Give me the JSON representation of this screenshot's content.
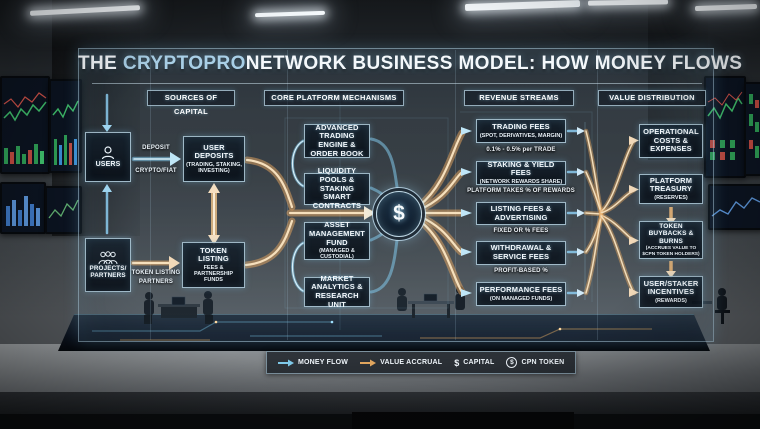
{
  "title": {
    "prefix": "THE ",
    "brand": "CRYPTOPRO",
    "suffix": "NETWORK BUSINESS MODEL: HOW MONEY FLOWS"
  },
  "headers": {
    "sources": "SOURCES OF CAPITAL",
    "mechanisms": "CORE PLATFORM MECHANISMS",
    "revenue": "REVENUE STREAMS",
    "distribution": "VALUE DISTRIBUTION"
  },
  "actors": {
    "users": {
      "label": "USERS"
    },
    "partners": {
      "line1": "PROJECTS/",
      "line2": "PARTNERS"
    }
  },
  "flow_labels": {
    "deposit": "DEPOSIT",
    "deposit_sub": "CRYPTO/FIAT",
    "listing": "TOKEN LISTING",
    "listing_sub": "PARTNERS"
  },
  "sources": {
    "boxes": [
      {
        "title": "USER DEPOSITS",
        "sub": "(TRADING, STAKING, INVESTING)"
      },
      {
        "title": "TOKEN LISTING",
        "sub": "FEES & PARTNERSHIP FUNDS"
      }
    ]
  },
  "mechanisms": {
    "boxes": [
      {
        "title": "ADVANCED TRADING ENGINE & ORDER BOOK"
      },
      {
        "title": "LIQUIDITY POOLS & STAKING SMART CONTRACTS"
      },
      {
        "title": "ASSET MANAGEMENT FUND",
        "sub": "(MANAGED & CUSTODIAL)"
      },
      {
        "title": "MARKET ANALYTICS & RESEARCH UNIT"
      }
    ]
  },
  "revenue": {
    "boxes": [
      {
        "title": "TRADING FEES",
        "sub": "(SPOT, DERIVATIVES, MARGIN)",
        "note": "0.1% - 0.5% per TRADE"
      },
      {
        "title": "STAKING & YIELD FEES",
        "sub": "(NETWORK REWARDS SHARE)",
        "note": "PLATFORM TAKES % OF REWARDS"
      },
      {
        "title": "LISTING FEES & ADVERTISING",
        "note": "FIXED OR % FEES"
      },
      {
        "title": "WITHDRAWAL & SERVICE FEES",
        "note": "PROFIT-BASED %"
      },
      {
        "title": "PERFORMANCE FEES",
        "sub": "(ON MANAGED FUNDS)"
      }
    ]
  },
  "distribution": {
    "boxes": [
      {
        "title": "OPERATIONAL COSTS & EXPENSES"
      },
      {
        "title": "PLATFORM TREASURY",
        "sub": "(RESERVES)"
      },
      {
        "title": "TOKEN BUYBACKS & BURNS",
        "sub": "(ACCRUES VALUE TO $CPN TOKEN HOLDERS)"
      },
      {
        "title": "USER/STAKER INCENTIVES",
        "sub": "(REWARDS)"
      }
    ]
  },
  "hub": {
    "symbol": "$"
  },
  "legend": {
    "dollar": "$",
    "items": [
      {
        "icon": "arrow-right-blue-icon",
        "label": "MONEY FLOW"
      },
      {
        "icon": "arrow-right-gold-icon",
        "label": "VALUE ACCRUAL"
      },
      {
        "icon": "dollar-icon",
        "label": "CAPITAL"
      },
      {
        "icon": "circled-dollar-icon",
        "label": "CPN TOKEN"
      }
    ]
  },
  "colors": {
    "money_flow": "#7ec8e8",
    "value_accrual": "#e0a55e",
    "brand_text": "#a9cfe6"
  }
}
